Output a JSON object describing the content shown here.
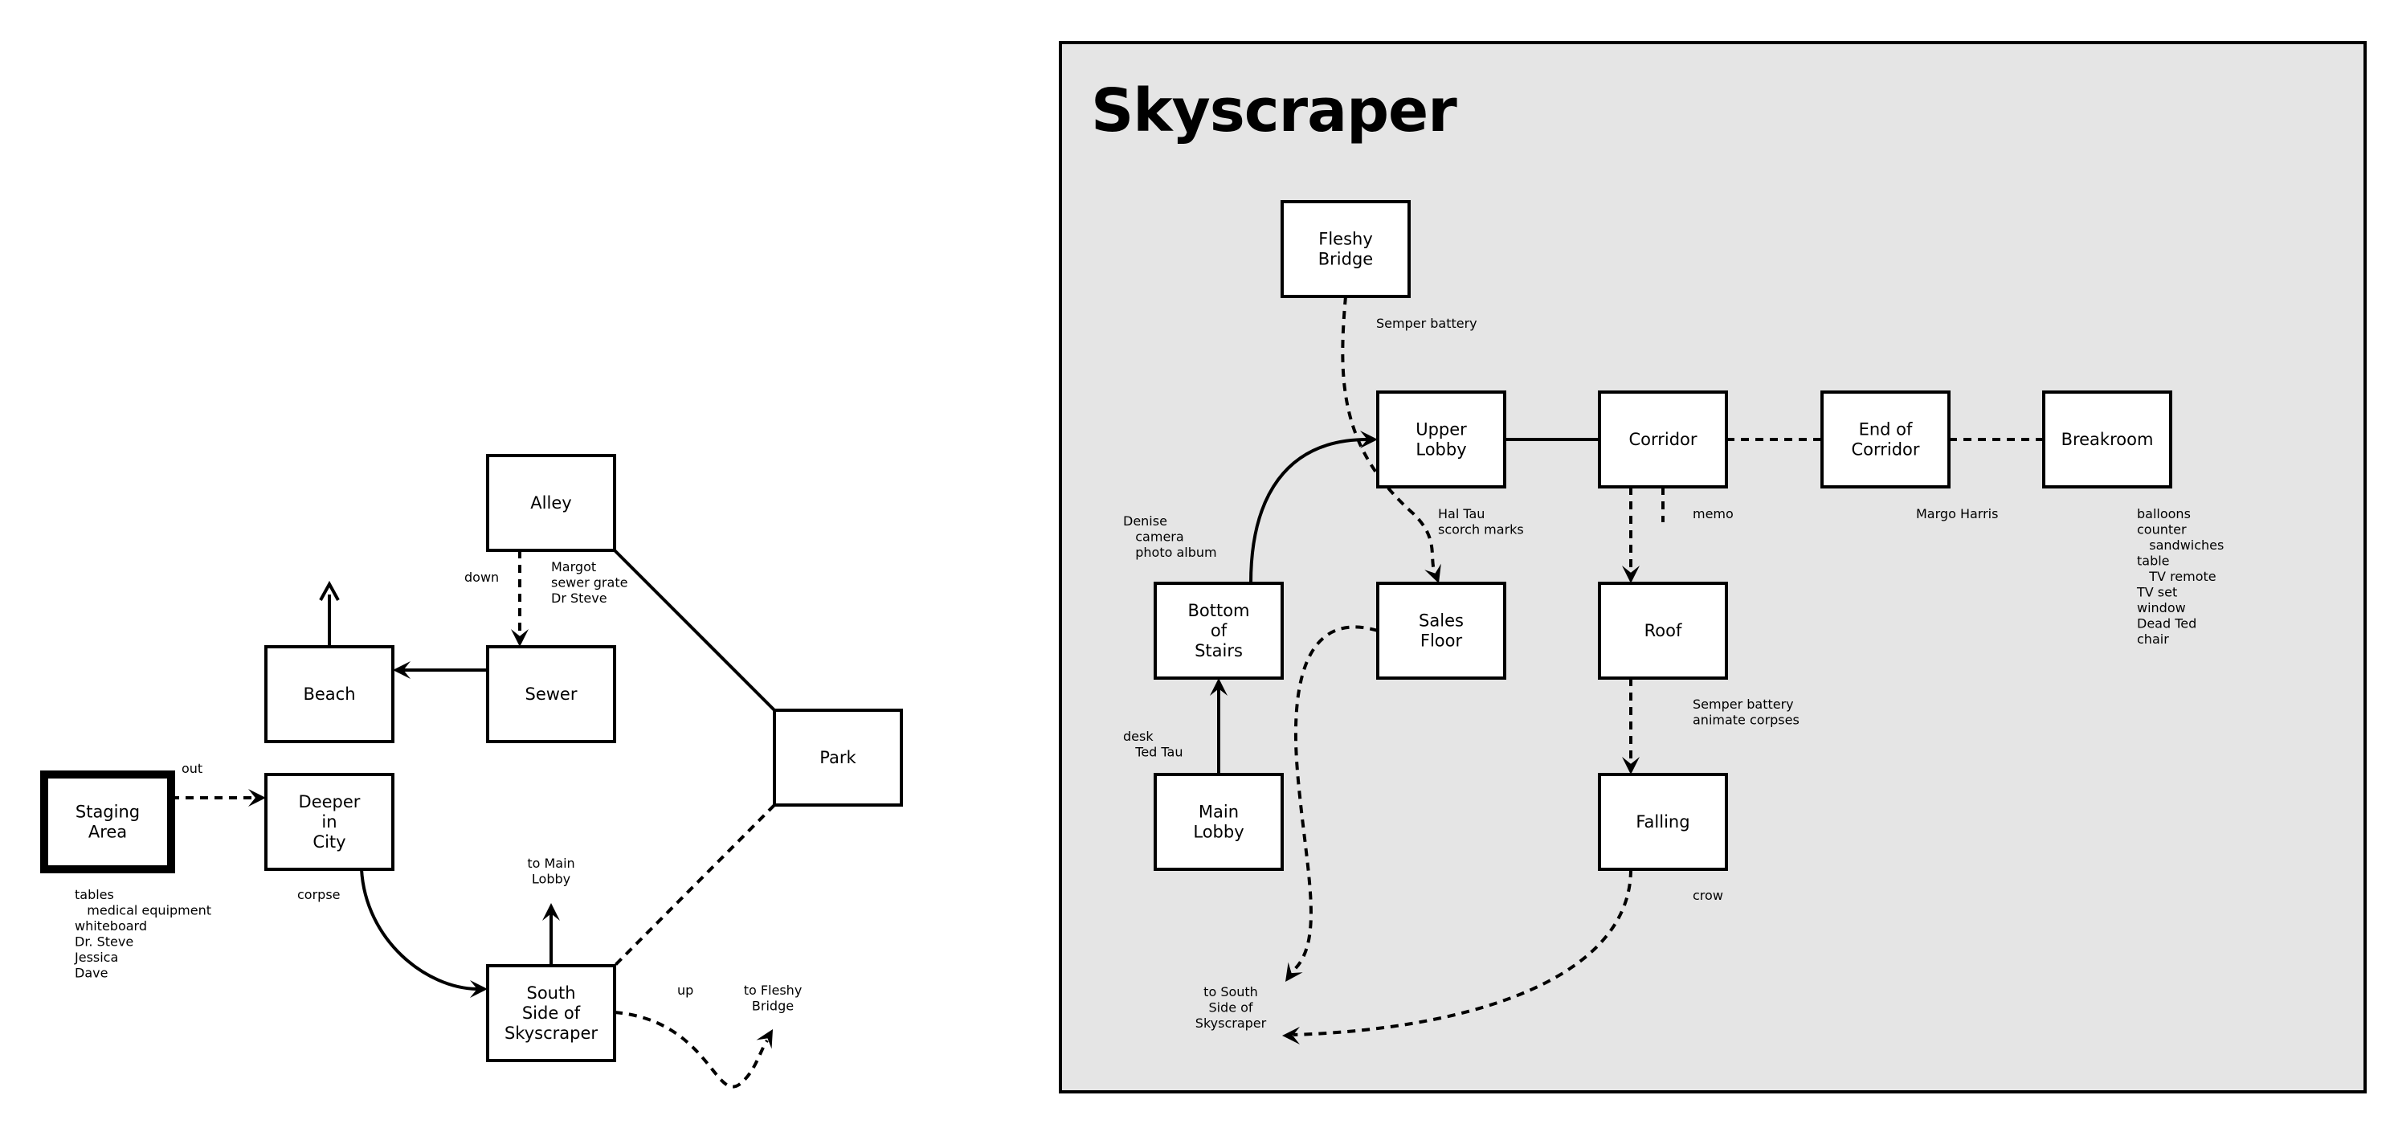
{
  "title": "Skyscraper",
  "nodes": {
    "staging_area": [
      "Staging",
      "Area"
    ],
    "deeper_in_city": [
      "Deeper",
      "in",
      "City"
    ],
    "beach": [
      "Beach"
    ],
    "sewer": [
      "Sewer"
    ],
    "alley": [
      "Alley"
    ],
    "park": [
      "Park"
    ],
    "south_side": [
      "South",
      "Side of",
      "Skyscraper"
    ],
    "fleshy_bridge": [
      "Fleshy",
      "Bridge"
    ],
    "upper_lobby": [
      "Upper",
      "Lobby"
    ],
    "corridor": [
      "Corridor"
    ],
    "end_of_corridor": [
      "End of",
      "Corridor"
    ],
    "breakroom": [
      "Breakroom"
    ],
    "bottom_of_stairs": [
      "Bottom",
      "of",
      "Stairs"
    ],
    "sales_floor": [
      "Sales",
      "Floor"
    ],
    "roof": [
      "Roof"
    ],
    "main_lobby": [
      "Main",
      "Lobby"
    ],
    "falling": [
      "Falling"
    ]
  },
  "notes": {
    "out": [
      "out"
    ],
    "down": [
      "down"
    ],
    "up": [
      "up"
    ],
    "staging_items": [
      "tables",
      "   medical equipment",
      "whiteboard",
      "Dr. Steve",
      "Jessica",
      "Dave"
    ],
    "corpse": [
      "corpse"
    ],
    "sewer_items": [
      "Margot",
      "sewer grate",
      "Dr Steve"
    ],
    "to_main_lobby": [
      "to Main",
      "Lobby"
    ],
    "to_fleshy_bridge": [
      "to Fleshy",
      "Bridge"
    ],
    "semper_battery": [
      "Semper battery"
    ],
    "denise_items": [
      "Denise",
      "   camera",
      "   photo album"
    ],
    "hal_tau": [
      "Hal Tau",
      "scorch marks"
    ],
    "memo": [
      "memo"
    ],
    "margo_harris": [
      "Margo Harris"
    ],
    "breakroom_items": [
      "balloons",
      "counter",
      "   sandwiches",
      "table",
      "   TV remote",
      "TV set",
      "window",
      "Dead Ted",
      "chair"
    ],
    "desk_ted": [
      "desk",
      "   Ted Tau"
    ],
    "roof_items": [
      "Semper battery",
      "animate corpses"
    ],
    "crow": [
      "crow"
    ],
    "to_south_side": [
      "to South",
      "Side of",
      "Skyscraper"
    ]
  },
  "colors": {
    "panel": "#e5e5e5",
    "stroke": "#000000",
    "box": "#ffffff"
  }
}
